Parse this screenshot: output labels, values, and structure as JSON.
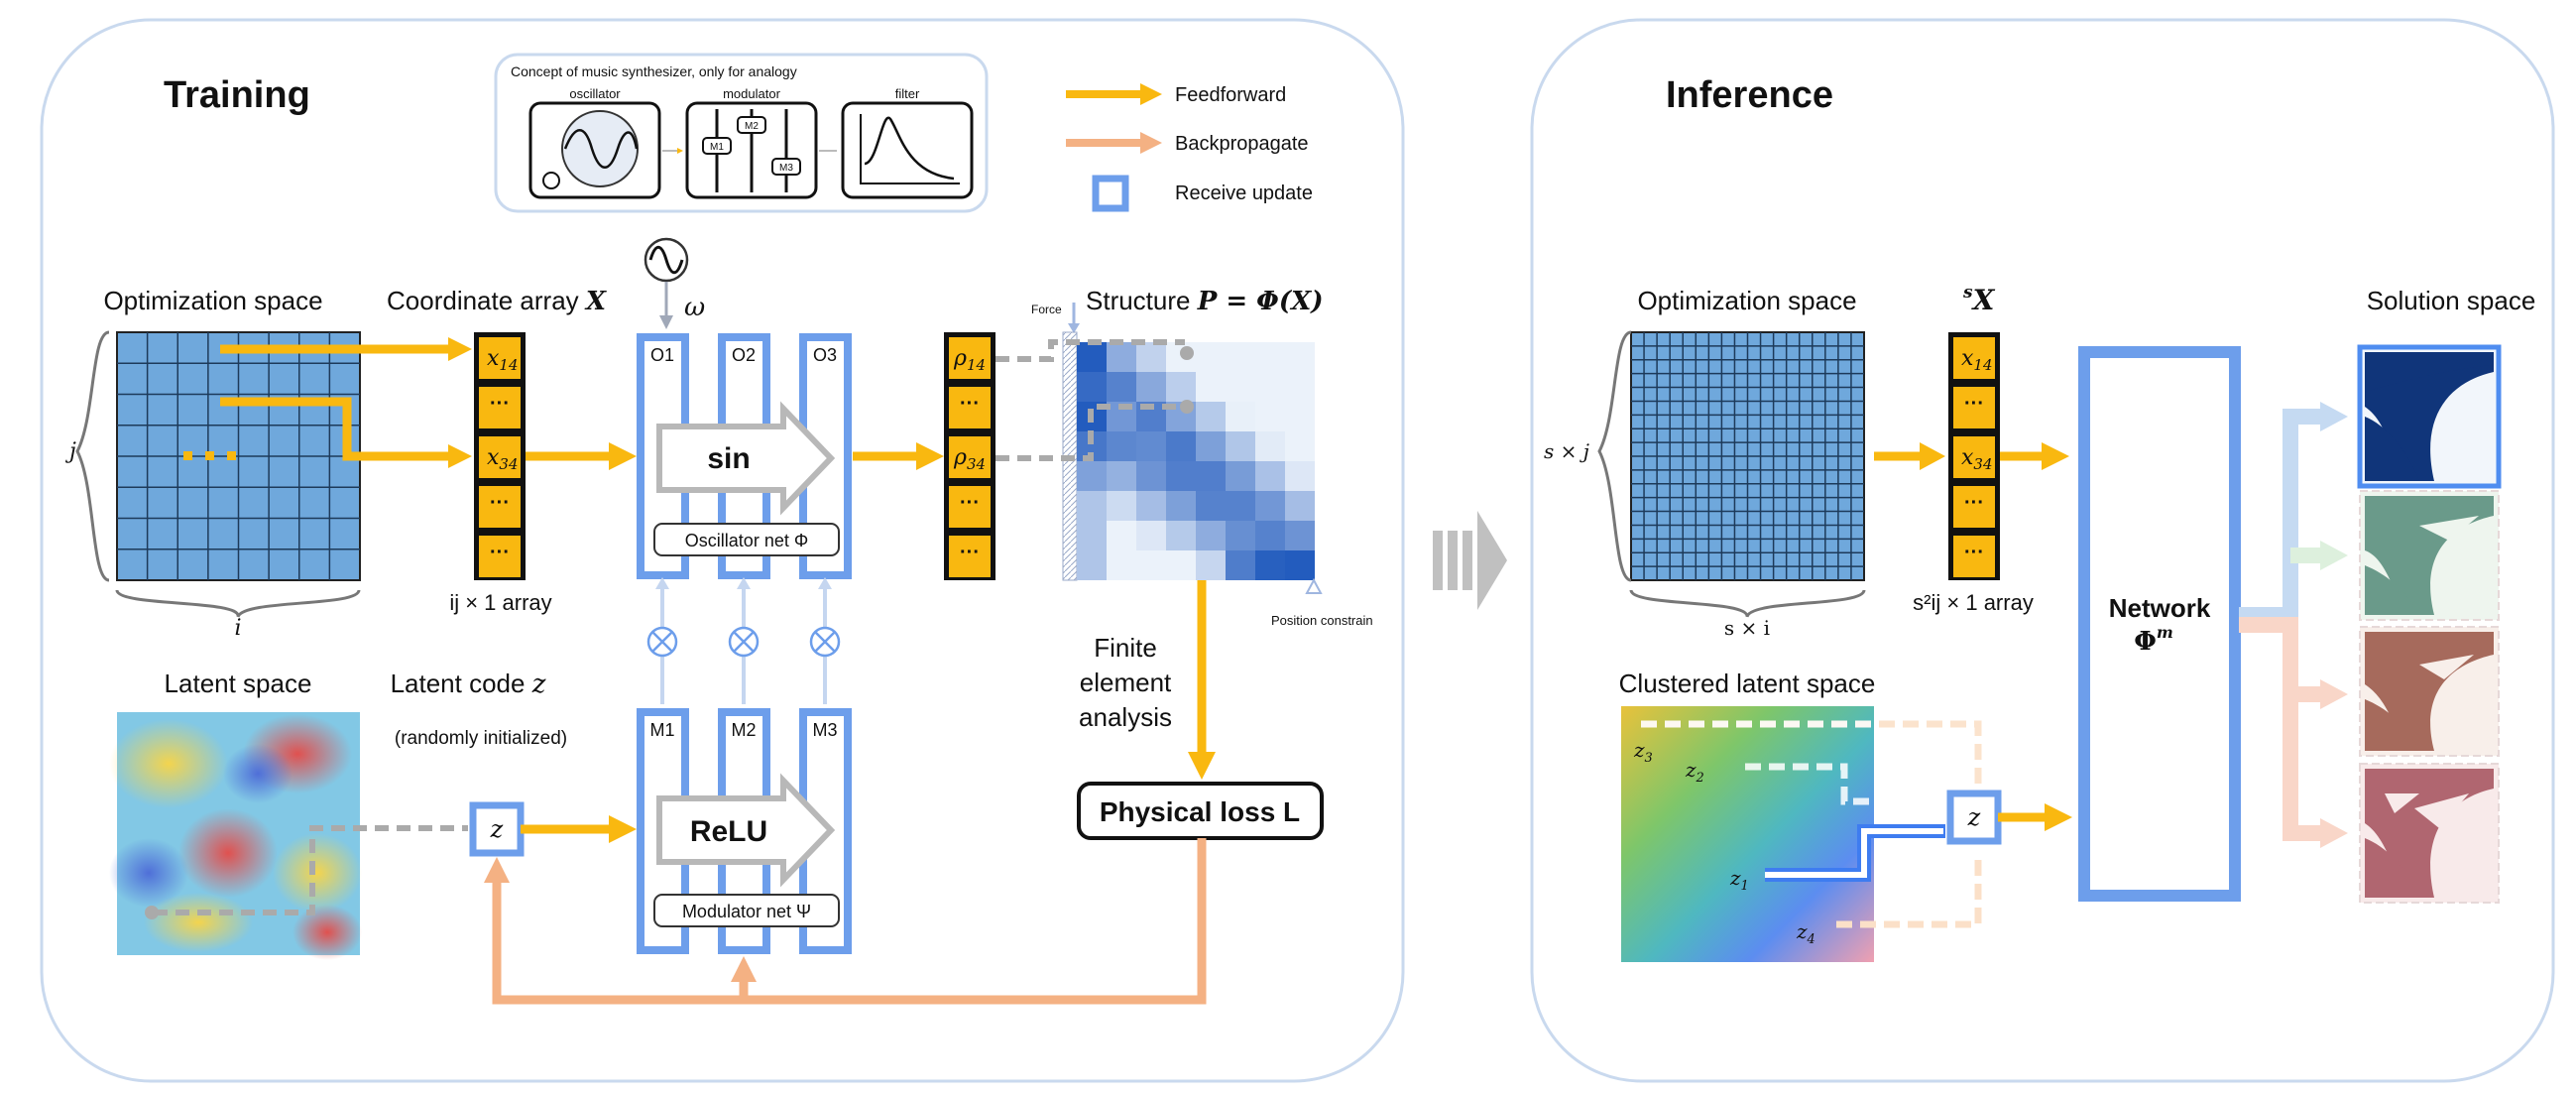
{
  "training": {
    "title": "Training",
    "synth": {
      "caption": "Concept of music synthesizer, only for analogy",
      "oscillator": "oscillator",
      "modulator": "modulator",
      "filter": "filter",
      "m1": "M1",
      "m2": "M2",
      "m3": "M3"
    },
    "optimization_space": "Optimization space",
    "i_label": "i",
    "j_label": "j",
    "coord_array": {
      "title": "Coordinate array",
      "title_sym": "X",
      "cell1": "x",
      "cell1_sub": "14",
      "cell3": "x",
      "cell3_sub": "34",
      "dots": "···",
      "size": "ij × 1 array"
    },
    "omega": "ω",
    "osc_net": {
      "o1": "O1",
      "o2": "O2",
      "o3": "O3",
      "activation": "sin",
      "label": "Oscillator net Φ"
    },
    "rho_array": {
      "cell1": "ρ",
      "cell1_sub": "14",
      "cell3": "ρ",
      "cell3_sub": "34",
      "dots": "···"
    },
    "structure": {
      "title": "Structure",
      "formula": "P = Φ(X)",
      "force": "Force",
      "position": "Position constrain"
    },
    "latent_space": "Latent space",
    "latent_code": {
      "title": "Latent code",
      "sym": "z",
      "note": "(randomly initialized)",
      "box": "z"
    },
    "mod_net": {
      "m1": "M1",
      "m2": "M2",
      "m3": "M3",
      "activation": "ReLU",
      "label": "Modulator net Ψ"
    },
    "fea": [
      "Finite",
      "element",
      "analysis"
    ],
    "loss": "Physical loss L"
  },
  "legend": {
    "feedforward": "Feedforward",
    "backpropagate": "Backpropagate",
    "receive_update": "Receive update",
    "colors": {
      "feedforward": "#f9b810",
      "backpropagate": "#f4b183",
      "update": "#6d9eeb"
    }
  },
  "inference": {
    "title": "Inference",
    "optimization_space": "Optimization space",
    "sj": "s × j",
    "si": "s × i",
    "sX": "X",
    "sX_sup": "s",
    "cell1": "x",
    "cell1_sub": "14",
    "cell3": "x",
    "cell3_sub": "34",
    "dots": "···",
    "size": "s²ij × 1 array",
    "network": "Network",
    "network_sym": "Φ",
    "network_sup": "m",
    "solution_space": "Solution space",
    "clustered_latent": "Clustered latent space",
    "z1": "z",
    "z2": "z",
    "z3": "z",
    "z4": "z",
    "z1_sub": "1",
    "z2_sub": "2",
    "z3_sub": "3",
    "z4_sub": "4",
    "z_box": "z"
  }
}
